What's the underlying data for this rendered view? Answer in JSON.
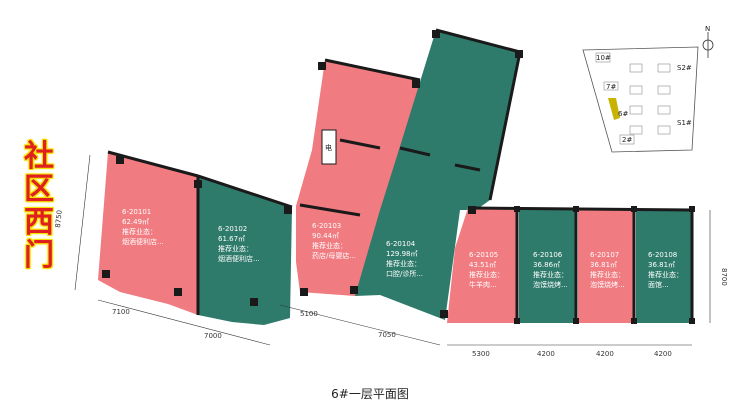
{
  "caption": "6#一层平面图",
  "sign": {
    "chars": [
      "社",
      "区",
      "西",
      "门"
    ]
  },
  "colors": {
    "pink": "#f07b80",
    "teal": "#2e7a6b",
    "wall": "#1a1a1a",
    "sign_red": "#e02020",
    "sign_yellow": "#f4e200"
  },
  "units": [
    {
      "code": "6-20101",
      "area": "62.49㎡",
      "label": "推荐业态：",
      "use": "烟酒便利店...",
      "color": "pink"
    },
    {
      "code": "6-20102",
      "area": "61.67㎡",
      "label": "推荐业态：",
      "use": "烟酒便利店...",
      "color": "teal"
    },
    {
      "code": "6-20103",
      "area": "90.44㎡",
      "label": "推荐业态：",
      "use": "药店/母婴店...",
      "color": "pink"
    },
    {
      "code": "6-20104",
      "area": "129.98㎡",
      "label": "推荐业态：",
      "use": "口腔/诊所...",
      "color": "teal"
    },
    {
      "code": "6-20105",
      "area": "43.51㎡",
      "label": "推荐业态：",
      "use": "牛羊肉...",
      "color": "pink"
    },
    {
      "code": "6-20106",
      "area": "36.86㎡",
      "label": "推荐业态：",
      "use": "泡馍烧烤...",
      "color": "teal"
    },
    {
      "code": "6-20107",
      "area": "36.81㎡",
      "label": "推荐业态：",
      "use": "泡馍烧烤...",
      "color": "pink"
    },
    {
      "code": "6-20108",
      "area": "36.81㎡",
      "label": "推荐业态：",
      "use": "面馆...",
      "color": "teal"
    }
  ],
  "dimensions": {
    "left_bottom": [
      "7100",
      "7000"
    ],
    "mid_bottom": [
      "5100",
      "7050"
    ],
    "right_bottom": [
      "5300",
      "4200",
      "4200",
      "4200"
    ],
    "left_side": "8750",
    "right_side": "8700"
  },
  "site_map": {
    "labels": [
      "10#",
      "S2#",
      "7#",
      "6#",
      "S1#",
      "2#"
    ],
    "north": "N"
  },
  "stair_label": "电"
}
